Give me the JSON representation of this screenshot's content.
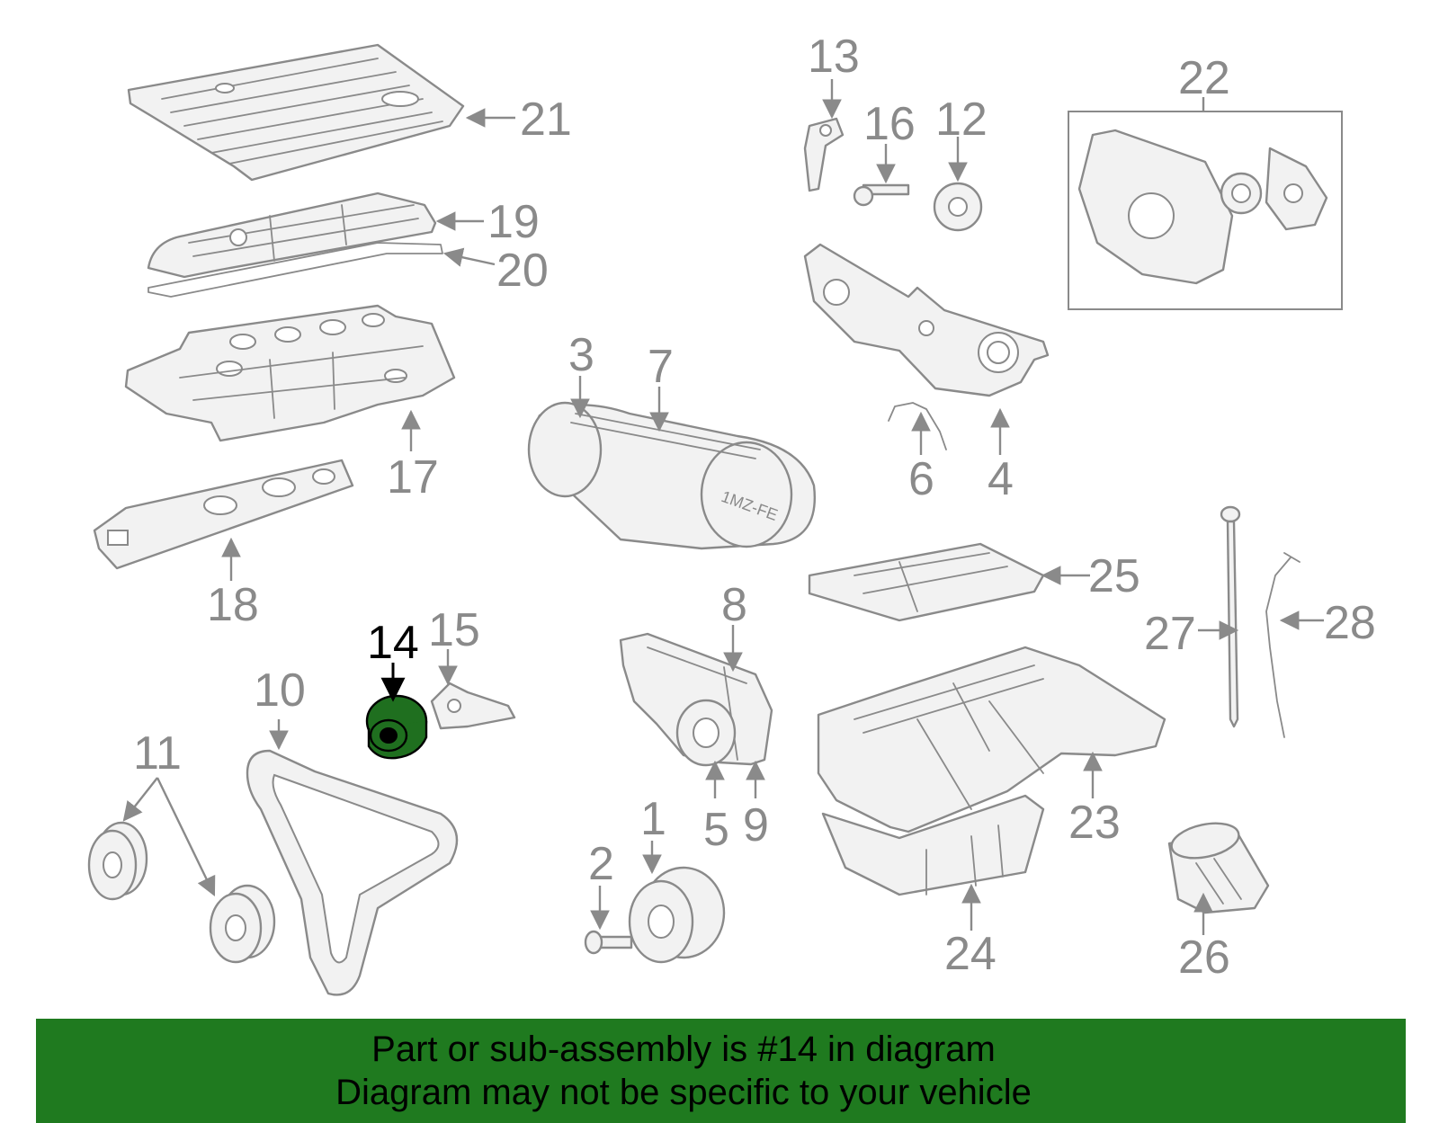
{
  "diagram": {
    "highlighted_callout": "14",
    "highlight_color": "#1f6f1f",
    "line_color": "#8a8a8a",
    "callouts": [
      "1",
      "2",
      "3",
      "4",
      "5",
      "6",
      "7",
      "8",
      "9",
      "10",
      "11",
      "12",
      "13",
      "14",
      "15",
      "16",
      "17",
      "18",
      "19",
      "20",
      "21",
      "22",
      "23",
      "24",
      "25",
      "26",
      "27",
      "28"
    ]
  },
  "banner": {
    "background_color": "#1f7a1f",
    "line1": "Part or sub-assembly is #14 in diagram",
    "line2": "Diagram may not be specific to your vehicle"
  }
}
